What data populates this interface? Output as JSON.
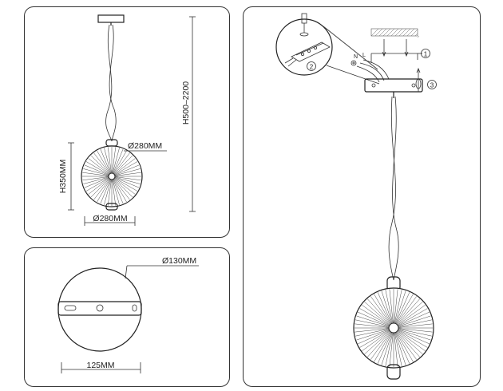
{
  "dimensions": {
    "height_range": "H500–2200",
    "shade_height": "H350MM",
    "shade_diameter_top": "Ø280MM",
    "shade_diameter_bottom": "Ø280MM",
    "canopy_diameter": "Ø130MM",
    "mount_spacing": "125MM"
  },
  "install": {
    "wire_live": "L",
    "wire_neutral": "N",
    "step_1": "1",
    "step_2": "2",
    "step_3": "3"
  }
}
